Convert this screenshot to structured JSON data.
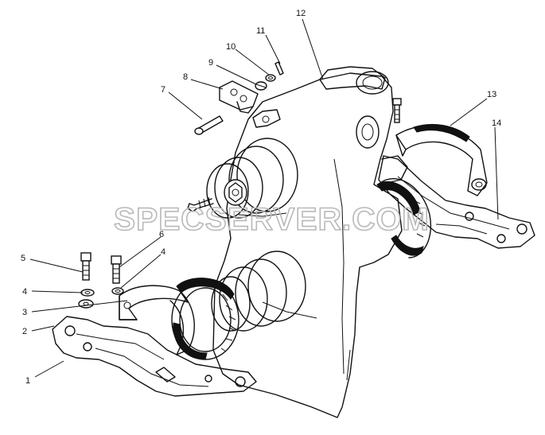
{
  "watermark": "SPECSERVER.COM",
  "callouts": [
    {
      "id": "c1",
      "label": "1"
    },
    {
      "id": "c2",
      "label": "2"
    },
    {
      "id": "c3",
      "label": "3"
    },
    {
      "id": "c4a",
      "label": "4"
    },
    {
      "id": "c4b",
      "label": "4"
    },
    {
      "id": "c5",
      "label": "5"
    },
    {
      "id": "c6",
      "label": "6"
    },
    {
      "id": "c7",
      "label": "7"
    },
    {
      "id": "c8",
      "label": "8"
    },
    {
      "id": "c9",
      "label": "9"
    },
    {
      "id": "c10",
      "label": "10"
    },
    {
      "id": "c11",
      "label": "11"
    },
    {
      "id": "c12",
      "label": "12"
    },
    {
      "id": "c13",
      "label": "13"
    },
    {
      "id": "c14",
      "label": "14"
    }
  ]
}
